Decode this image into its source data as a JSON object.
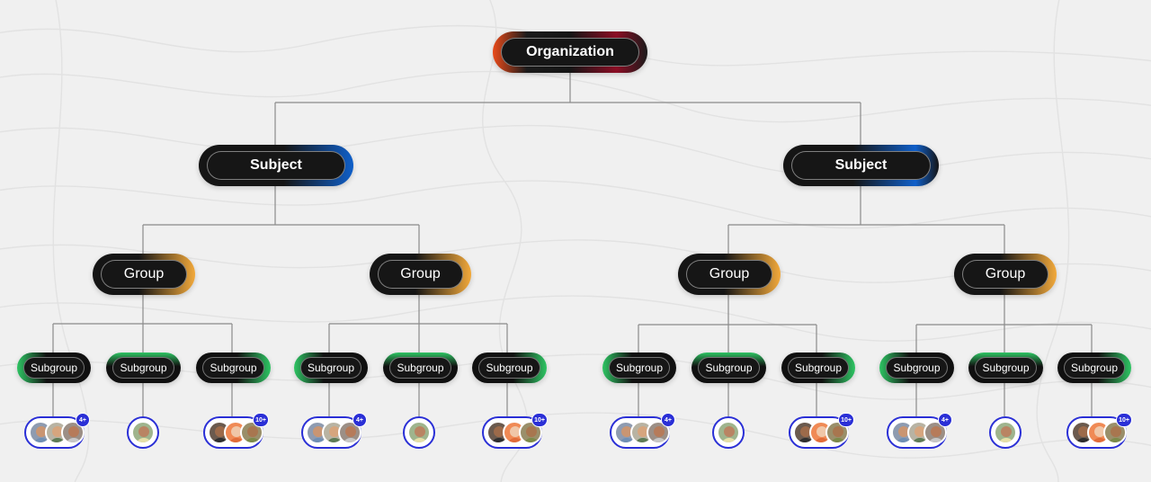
{
  "organization": {
    "label": "Organization"
  },
  "subjects": [
    {
      "label": "Subject",
      "groups": [
        {
          "label": "Group",
          "subgroups": [
            {
              "label": "Subgroup",
              "members": {
                "avatars": 3,
                "badge": "4+"
              }
            },
            {
              "label": "Subgroup",
              "members": {
                "avatars": 1,
                "badge": ""
              }
            },
            {
              "label": "Subgroup",
              "members": {
                "avatars": 3,
                "badge": "10+"
              }
            }
          ]
        },
        {
          "label": "Group",
          "subgroups": [
            {
              "label": "Subgroup",
              "members": {
                "avatars": 3,
                "badge": "4+"
              }
            },
            {
              "label": "Subgroup",
              "members": {
                "avatars": 1,
                "badge": ""
              }
            },
            {
              "label": "Subgroup",
              "members": {
                "avatars": 3,
                "badge": "10+"
              }
            }
          ]
        }
      ]
    },
    {
      "label": "Subject",
      "groups": [
        {
          "label": "Group",
          "subgroups": [
            {
              "label": "Subgroup",
              "members": {
                "avatars": 3,
                "badge": "4+"
              }
            },
            {
              "label": "Subgroup",
              "members": {
                "avatars": 1,
                "badge": ""
              }
            },
            {
              "label": "Subgroup",
              "members": {
                "avatars": 3,
                "badge": "10+"
              }
            }
          ]
        },
        {
          "label": "Group",
          "subgroups": [
            {
              "label": "Subgroup",
              "members": {
                "avatars": 3,
                "badge": "4+"
              }
            },
            {
              "label": "Subgroup",
              "members": {
                "avatars": 1,
                "badge": ""
              }
            },
            {
              "label": "Subgroup",
              "members": {
                "avatars": 3,
                "badge": "10+"
              }
            }
          ]
        }
      ]
    }
  ],
  "colors": {
    "background": "#f0f0f0",
    "pill": "#161616",
    "connector": "#8a8a8a",
    "org_accent_orange": "#e94a1a",
    "org_accent_red": "#8b0d24",
    "subject_accent": "#0f5fc9",
    "group_accent": "#f2a93b",
    "subgroup_accent": "#2ec463",
    "avatar_border": "#2a2fd6",
    "badge": "#2a2fd6"
  }
}
